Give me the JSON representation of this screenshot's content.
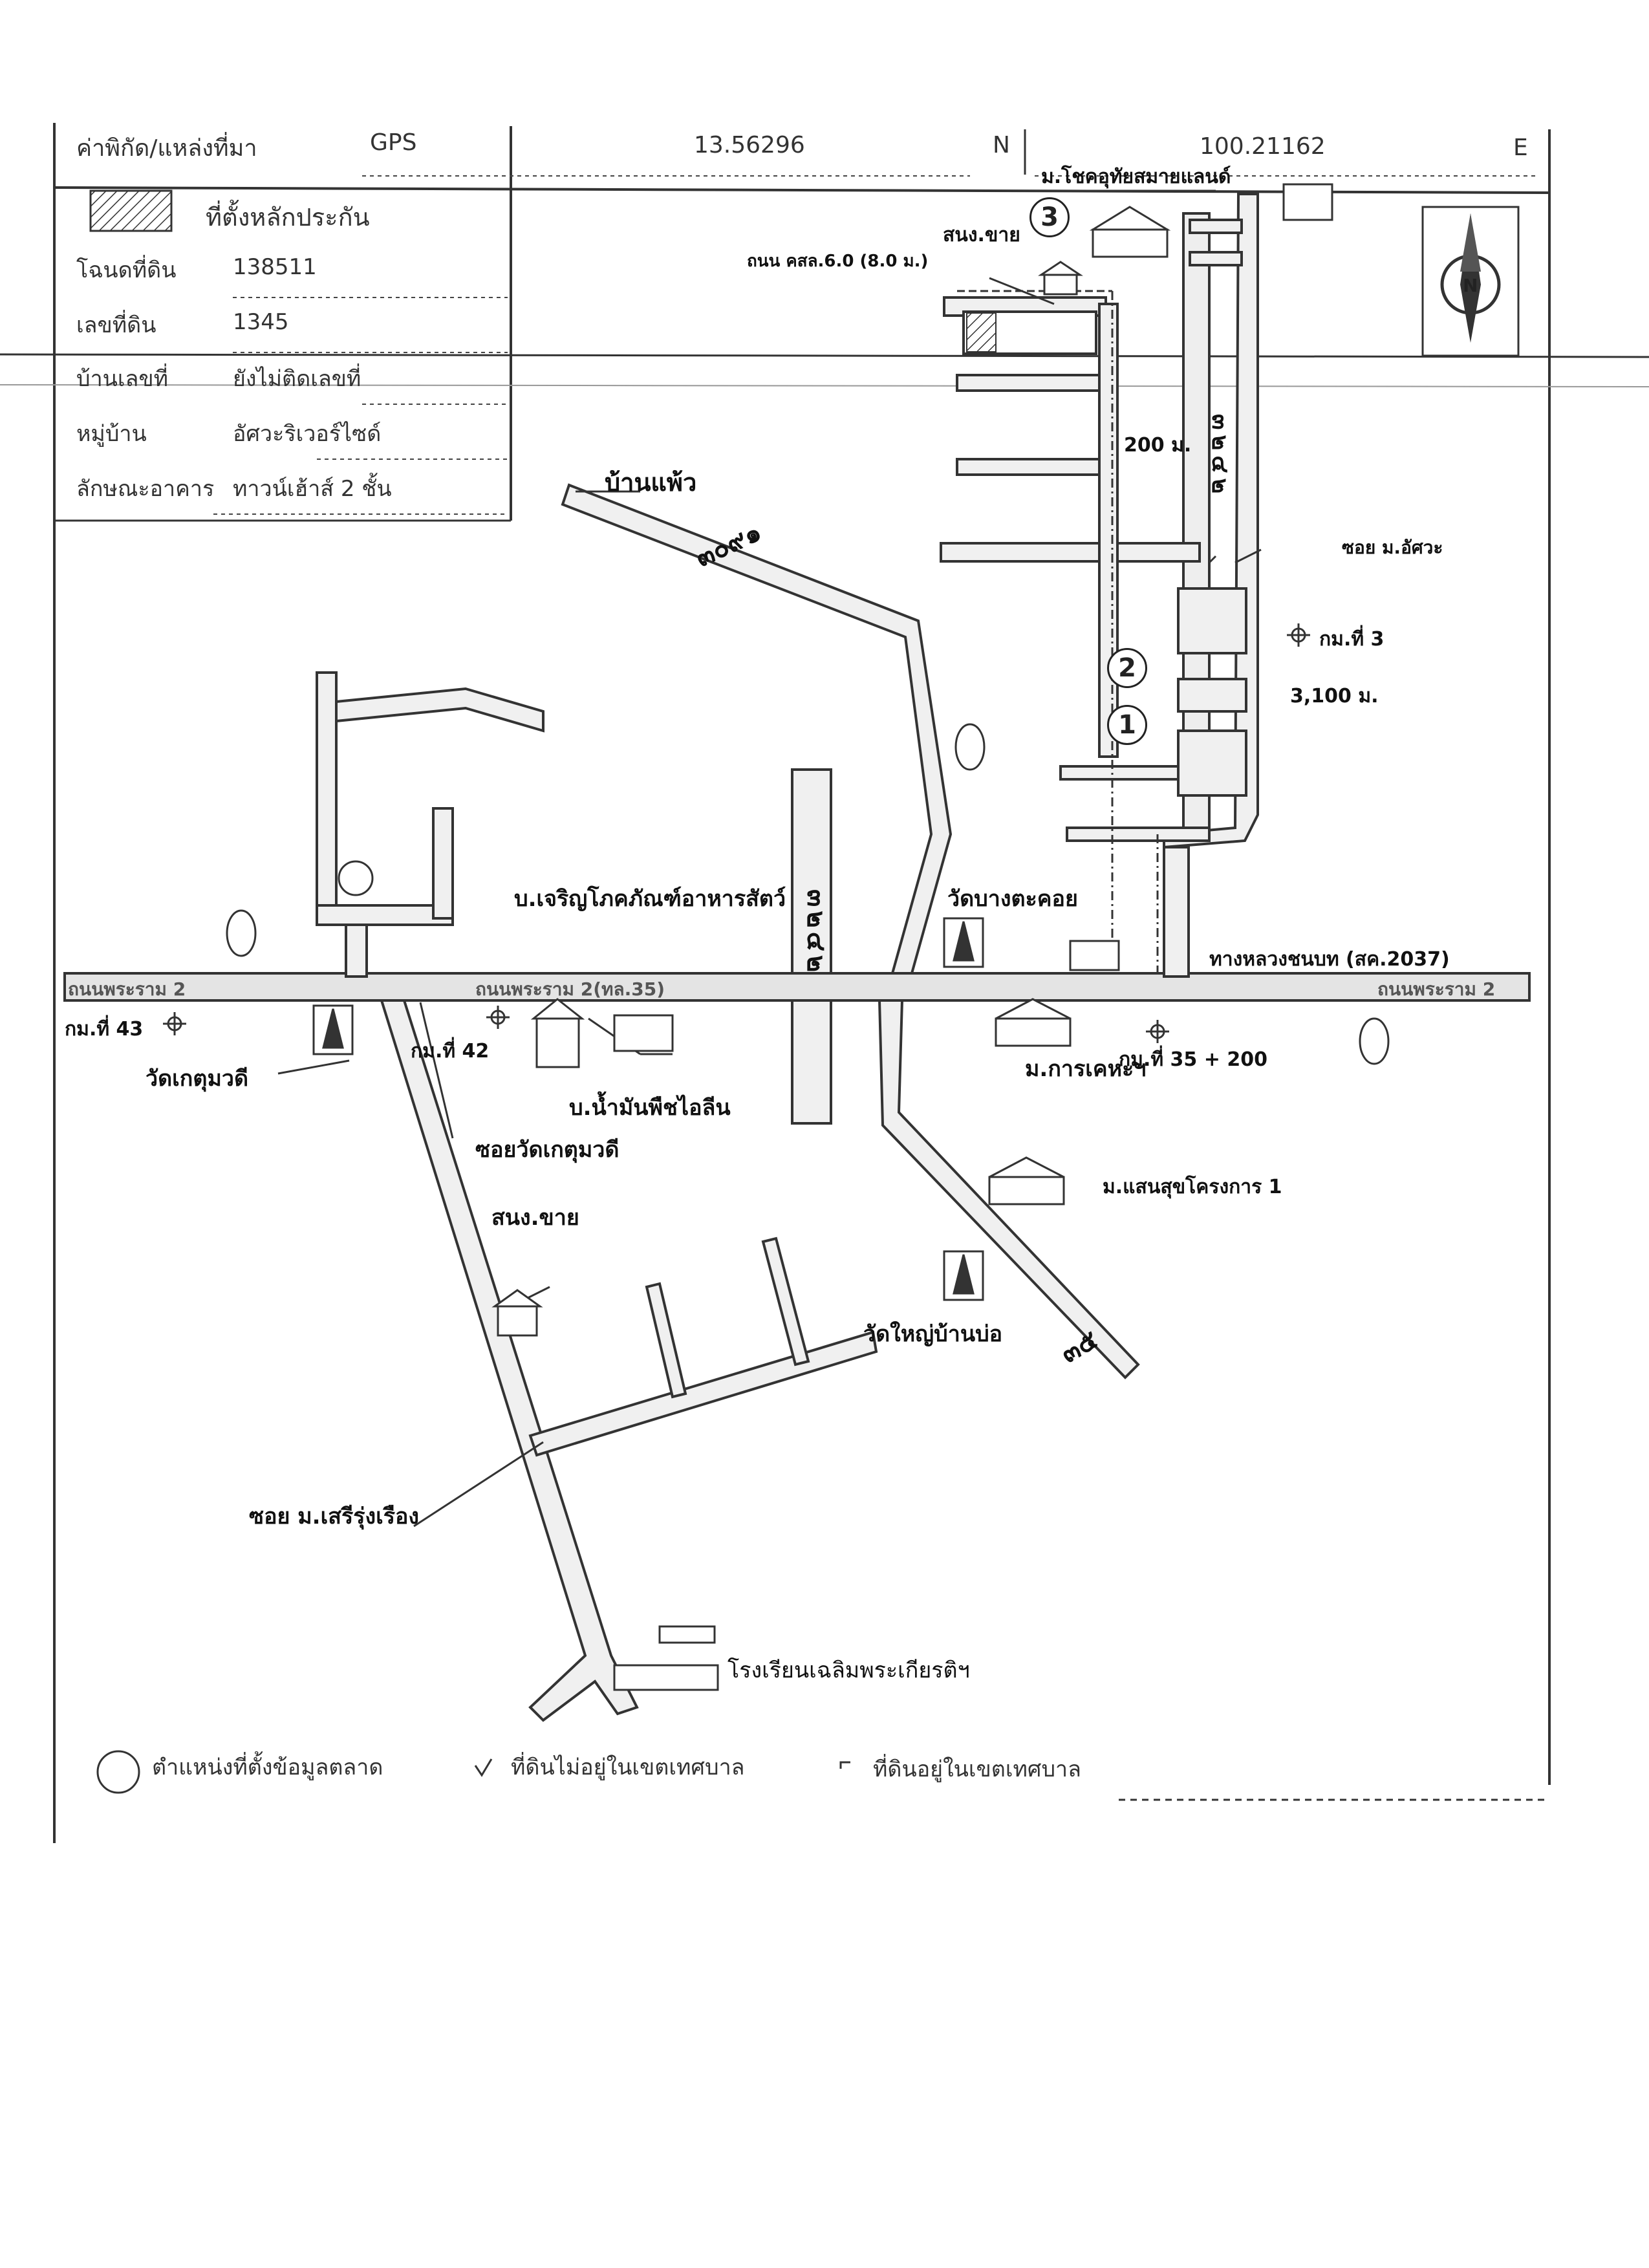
{
  "header": {
    "coord_label": "ค่าพิกัด/แหล่งที่มา",
    "source": "GPS",
    "lat": "13.56296",
    "lat_dir": "N",
    "lon": "100.21162",
    "lon_dir": "E"
  },
  "info": {
    "collateral_label": "ที่ตั้งหลักประกัน",
    "deed_label": "โฉนดที่ดิน",
    "deed_value": "138511",
    "land_no_label": "เลขที่ดิน",
    "land_no_value": "1345",
    "house_no_label": "บ้านเลขที่",
    "house_no_value": "ยังไม่ติดเลขที่",
    "village_label": "หมู่บ้าน",
    "village_value": "อัศวะริเวอร์ไซด์",
    "building_label": "ลักษณะอาคาร",
    "building_value": "ทาวน์เฮ้าส์ 2 ชั้น"
  },
  "compass": {
    "north": "N"
  },
  "map_labels": {
    "top_village": "ม.โชคอุทัยสมายแลนด์",
    "sale_office_top": "สนง.ขาย",
    "road_kasl": "ถนน คสล.6.0 (8.0 ม.)",
    "dist_200": "200 ม.",
    "soi_asawa": "ซอย ม.อัศวะ",
    "km3": "กม.ที่ 3",
    "dist_3100": "3,100 ม.",
    "ban_phaeo": "บ้านแพ้ว",
    "feed_company": "บ.เจริญโภคภัณฑ์อาหารสัตว์",
    "wat_bang_takhoi": "วัดบางตะคอย",
    "rural_road": "ทางหลวงชนบท (สค.2037)",
    "road_left": "ถนนพระราม 2",
    "road_mid": "ถนนพระราม 2(ทล.35)",
    "road_right": "ถนนพระราม 2",
    "km43": "กม.ที่ 43",
    "km42": "กม.ที่ 42",
    "wat_ket": "วัดเกตุมวดี",
    "oil_company": "บ.น้ำมันพืชไอลีน",
    "soi_wat_ket": "ซอยวัดเกตุมวดี",
    "m_karnkheha": "ม.การเคหะฯ",
    "km35": "กม.ที่ 35 + 200",
    "m_saensuk": "ม.แสนสุขโครงการ 1",
    "sale_office_bottom": "สนง.ขาย",
    "wat_yai": "วัดใหญ่บ้านบ่อ",
    "soi_serm": "ซอย ม.เสรีรุ่งเรือง",
    "school": "โรงเรียนเฉลิมพระเกียรติฯ",
    "marker_1": "1",
    "marker_2": "2",
    "marker_3": "3",
    "route_3242": "๓๒๔๒",
    "route_3091": "๓๐๙๑",
    "route_35": "๓๕"
  },
  "legend": {
    "market_data": "ตำแหน่งที่ตั้งข้อมูลตลาด",
    "outside_muni": "ที่ดินไม่อยู่ในเขตเทศบาล",
    "inside_muni": "ที่ดินอยู่ในเขตเทศบาล"
  }
}
